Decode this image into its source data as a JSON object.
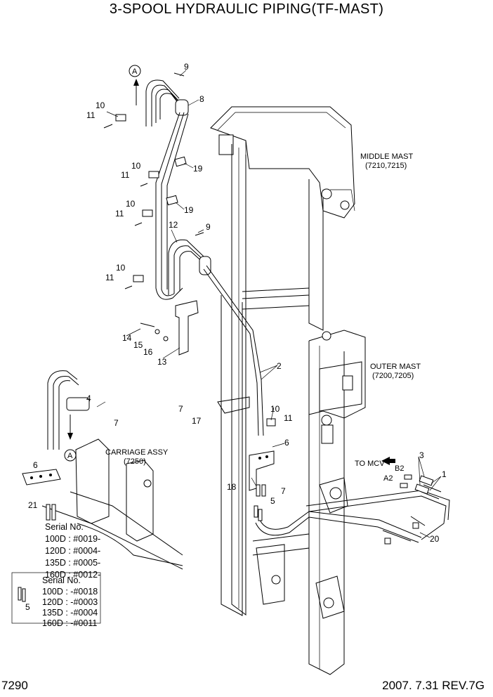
{
  "title": "3-SPOOL HYDRAULIC PIPING(TF-MAST)",
  "footer": {
    "page": "7290",
    "date_rev": "2007. 7.31  REV.7G"
  },
  "assemblies": {
    "middle_mast": {
      "name": "MIDDLE MAST",
      "code": "(7210,7215)"
    },
    "outer_mast": {
      "name": "OUTER MAST",
      "code": "(7200,7205)"
    },
    "carriage": {
      "name": "CARRIAGE ASSY",
      "code": "(7250)"
    }
  },
  "port_labels": {
    "to_mcv": "TO MCV",
    "a2": "A2",
    "b2": "B2",
    "view_a_top": "A",
    "view_a_inset": "A"
  },
  "callouts": [
    "9",
    "8",
    "10",
    "11",
    "19",
    "10",
    "11",
    "10",
    "19",
    "11",
    "12",
    "9",
    "10",
    "11",
    "14",
    "15",
    "16",
    "13",
    "2",
    "4",
    "7",
    "6",
    "7",
    "17",
    "10",
    "11",
    "6",
    "18",
    "7",
    "5",
    "21",
    "1",
    "3",
    "20"
  ],
  "serial_box_1": {
    "heading": "Serial No.",
    "lines": [
      "100D : #0019-",
      "120D : #0004-",
      "135D : #0005-",
      "160D : #0012-"
    ]
  },
  "serial_box_2": {
    "heading": "Serial No.",
    "part_callout": "5",
    "lines": [
      "100D : -#0018",
      "120D : -#0003",
      "135D : -#0004",
      "160D : -#0011"
    ]
  }
}
